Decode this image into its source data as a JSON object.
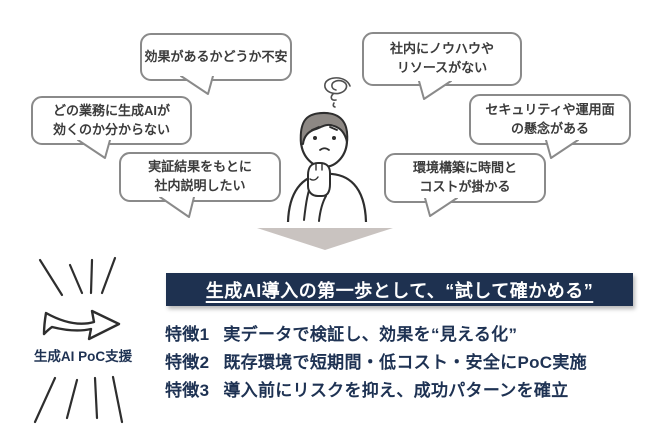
{
  "colors": {
    "navy": "#1e3253",
    "banner_bg": "#1e3150",
    "banner_text": "#ffffff",
    "bubble_border": "#8a8a8a",
    "bubble_text": "#3b3b3b",
    "down_arrow_gray": "#c9c3c0",
    "hair_gray": "#8d8884",
    "outline_dark": "#2e2e2e"
  },
  "concerns": {
    "person_icon": "thinking-person",
    "confusion_icon": "scribble-spiral",
    "bubbles": [
      {
        "lines": [
          "効果があるかどうか不安"
        ]
      },
      {
        "lines": [
          "社内にノウハウや",
          "リソースがない"
        ]
      },
      {
        "lines": [
          "どの業務に生成AIが",
          "効くのか分からない"
        ]
      },
      {
        "lines": [
          "セキュリティや運用面",
          "の懸念がある"
        ]
      },
      {
        "lines": [
          "実証結果をもとに",
          "社内説明したい"
        ]
      },
      {
        "lines": [
          "環境構築に時間と",
          "コストが掛かる"
        ]
      }
    ]
  },
  "solution": {
    "service_label": "生成AI PoC支援",
    "headline": "生成AI導入の第一歩として、“試して確かめる”",
    "features": [
      {
        "label": "特徴1",
        "text": "実データで検証し、効果を“見える化”"
      },
      {
        "label": "特徴2",
        "text": "既存環境で短期間・低コスト・安全にPoC実施"
      },
      {
        "label": "特徴3",
        "text": "導入前にリスクを抑え、成功パターンを確立"
      }
    ]
  }
}
